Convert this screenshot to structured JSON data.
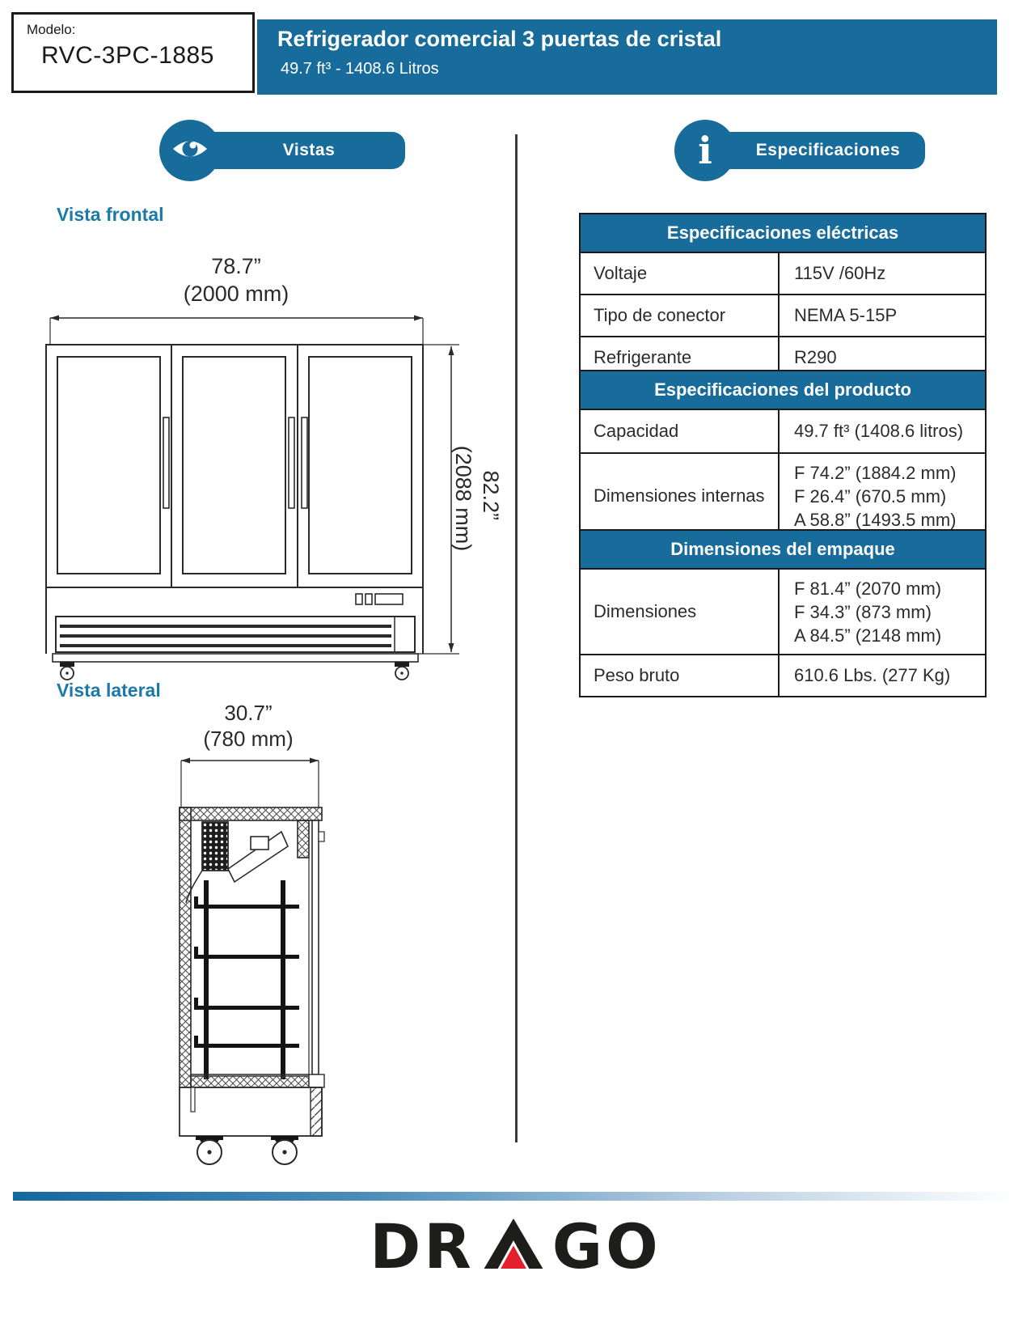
{
  "colors": {
    "accent": "#186C9B",
    "text_dark": "#231F20",
    "logo_dark": "#1D1D1B",
    "logo_red": "#E4202C"
  },
  "header": {
    "model_label": "Modelo:",
    "model_value": "RVC-3PC-1885",
    "title": "Refrigerador comercial 3 puertas de cristal",
    "subtitle": "49.7 ft³ - 1408.6 Litros"
  },
  "sections": {
    "vistas": "Vistas",
    "vistas_icon": "eye-icon",
    "especificaciones": "Especificaciones",
    "especificaciones_icon": "info-icon"
  },
  "front_view": {
    "label": "Vista frontal",
    "width_in": "78.7”",
    "width_mm": "(2000 mm)",
    "height_in": "82.2”",
    "height_mm": "(2088 mm)"
  },
  "side_view": {
    "label": "Vista lateral",
    "depth_in": "30.7”",
    "depth_mm": "(780 mm)"
  },
  "tables": [
    {
      "title": "Especificaciones eléctricas",
      "rows": [
        {
          "label": "Voltaje",
          "value": "115V /60Hz"
        },
        {
          "label": "Tipo de conector",
          "value": "NEMA 5-15P"
        },
        {
          "label": "Refrigerante",
          "value": "R290"
        }
      ]
    },
    {
      "title": "Especificaciones del producto",
      "rows": [
        {
          "label": "Capacidad",
          "value": "49.7 ft³ (1408.6 litros)"
        },
        {
          "label": "Dimensiones internas",
          "values": [
            "F 74.2” (1884.2 mm)",
            "F 26.4” (670.5 mm)",
            "A 58.8” (1493.5 mm)"
          ]
        }
      ]
    },
    {
      "title": "Dimensiones del empaque",
      "rows": [
        {
          "label": "Dimensiones",
          "values": [
            "F 81.4” (2070 mm)",
            "F 34.3” (873 mm)",
            "A 84.5” (2148 mm)"
          ]
        },
        {
          "label": "Peso bruto",
          "value": "610.6 Lbs. (277 Kg)"
        }
      ]
    }
  ],
  "footer": {
    "brand": "DRAGO",
    "brand_left": "DR",
    "brand_right": "GO"
  }
}
